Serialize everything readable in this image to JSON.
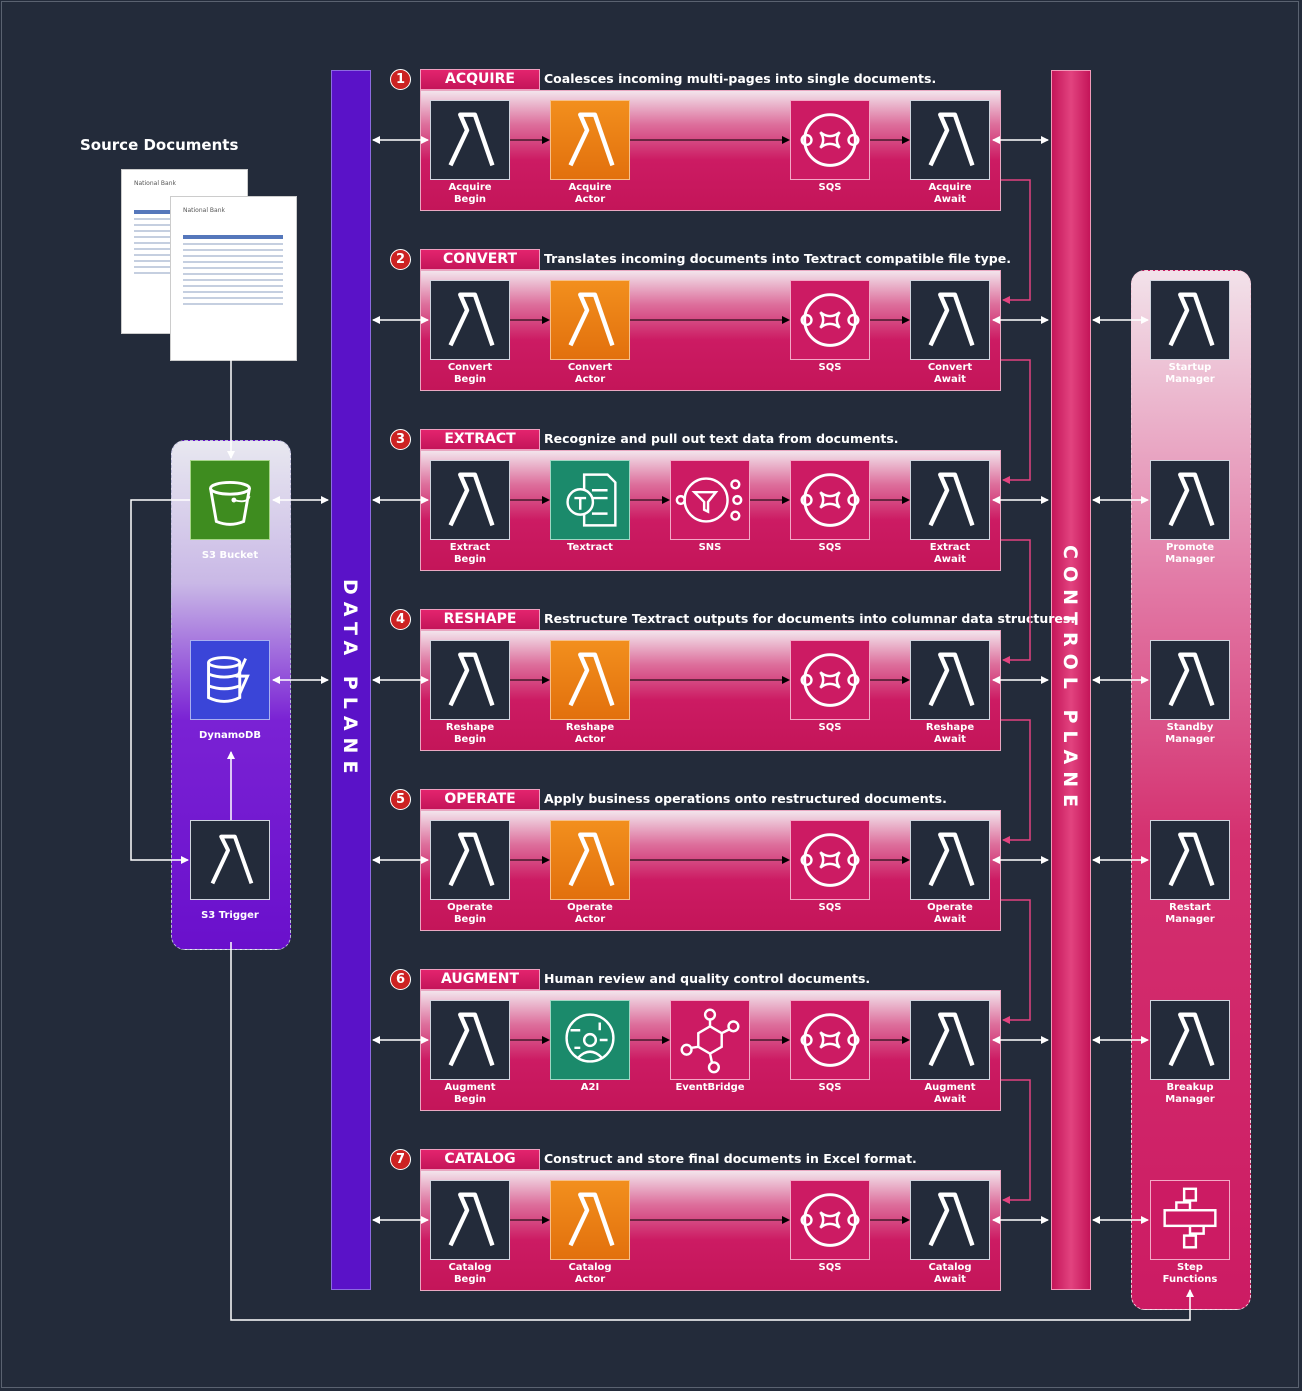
{
  "source_docs": {
    "title": "Source Documents",
    "doc1": {
      "bank": "National Bank"
    },
    "doc2": {
      "bank": "National Bank"
    }
  },
  "left": {
    "s3_bucket": "S3 Bucket",
    "dynamodb": "DynamoDB",
    "s3_trigger": "S3 Trigger"
  },
  "data_plane": "DATA PLANE",
  "control_plane": "CONTROL PLANE",
  "stages": [
    {
      "num": "1",
      "name": "ACQUIRE",
      "desc": "Coalesces incoming multi-pages into single documents.",
      "begin": "Acquire\nBegin",
      "mid1": "Acquire\nActor",
      "mid2": "",
      "sqs": "SQS",
      "await": "Acquire\nAwait"
    },
    {
      "num": "2",
      "name": "CONVERT",
      "desc": "Translates incoming documents into Textract compatible file type.",
      "begin": "Convert\nBegin",
      "mid1": "Convert\nActor",
      "mid2": "",
      "sqs": "SQS",
      "await": "Convert\nAwait"
    },
    {
      "num": "3",
      "name": "EXTRACT",
      "desc": "Recognize and pull out text data from documents.",
      "begin": "Extract\nBegin",
      "mid1": "Textract",
      "mid2": "SNS",
      "sqs": "SQS",
      "await": "Extract\nAwait"
    },
    {
      "num": "4",
      "name": "RESHAPE",
      "desc": "Restructure Textract outputs for documents into columnar data structures.",
      "begin": "Reshape\nBegin",
      "mid1": "Reshape\nActor",
      "mid2": "",
      "sqs": "SQS",
      "await": "Reshape\nAwait"
    },
    {
      "num": "5",
      "name": "OPERATE",
      "desc": "Apply business operations onto restructured documents.",
      "begin": "Operate\nBegin",
      "mid1": "Operate\nActor",
      "mid2": "",
      "sqs": "SQS",
      "await": "Operate\nAwait"
    },
    {
      "num": "6",
      "name": "AUGMENT",
      "desc": "Human review and quality control documents.",
      "begin": "Augment\nBegin",
      "mid1": "A2I",
      "mid2": "EventBridge",
      "sqs": "SQS",
      "await": "Augment\nAwait"
    },
    {
      "num": "7",
      "name": "CATALOG",
      "desc": "Construct and store final documents in Excel format.",
      "begin": "Catalog\nBegin",
      "mid1": "Catalog\nActor",
      "mid2": "",
      "sqs": "SQS",
      "await": "Catalog\nAwait"
    }
  ],
  "managers": [
    "Startup\nManager",
    "Promote\nManager",
    "Standby\nManager",
    "Restart\nManager",
    "Breakup\nManager",
    "Step\nFunctions"
  ],
  "colors": {
    "background": "#232b3a",
    "data_plane": "#5a12c8",
    "control_plane": "#dc2e72",
    "stage": "#cc1b63",
    "lambda_border": "#cfd4de"
  }
}
